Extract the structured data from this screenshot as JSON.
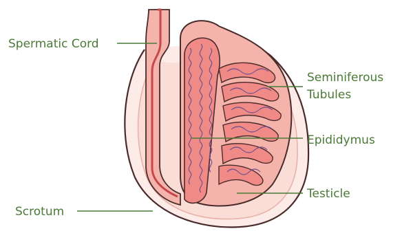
{
  "labels": {
    "spermatic_cord": "Spermatic Cord",
    "seminiferous_line1": "Seminiferous",
    "seminiferous_line2": "Tubules",
    "epididymus": "Epididymus",
    "testicle": "Testicle",
    "scrotum": "Scrotum"
  },
  "colors": {
    "label": "#4a7a36",
    "scrotum_skin": "#fcebe6",
    "scrotum_edge": "#4a2a2a",
    "tissue": "#f4b4ab",
    "lobule": "#f08a86",
    "duct": "#c8474a",
    "tubule": "#6a4c8c"
  }
}
